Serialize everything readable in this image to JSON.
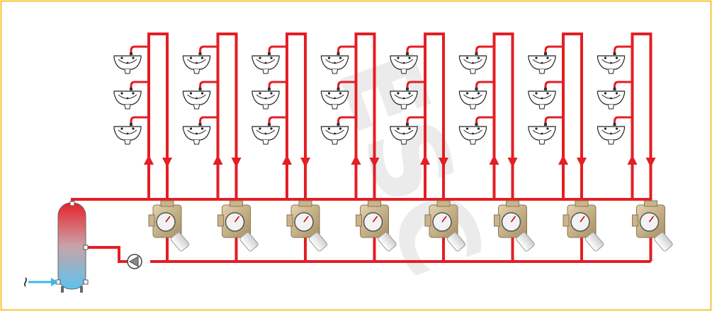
{
  "diagram": {
    "frame_color": "#f2b705",
    "pipe_color": "#e31e24",
    "cold_water_color": "#3fb6e8",
    "tank_gradient": [
      "#e8222a",
      "#c9a3a8",
      "#5bc3ee"
    ],
    "valve_body_color": "#c9b48d",
    "valve_dial_color": "#f2f2f2",
    "watermark_text": "ESC",
    "watermark_color": "#dcdcdc",
    "components": {
      "tank": "hot-water-storage-tank",
      "pump": "circulation-pump-icon",
      "valve": "thermostatic-balancing-valve-icon",
      "sink": "washbasin-icon",
      "arrow_up": "flow-up-arrow-icon",
      "arrow_down": "flow-down-arrow-icon",
      "cold_inlet": "cold-water-inlet-arrow-icon"
    },
    "riser_count": 8,
    "sinks_per_riser": 3
  }
}
